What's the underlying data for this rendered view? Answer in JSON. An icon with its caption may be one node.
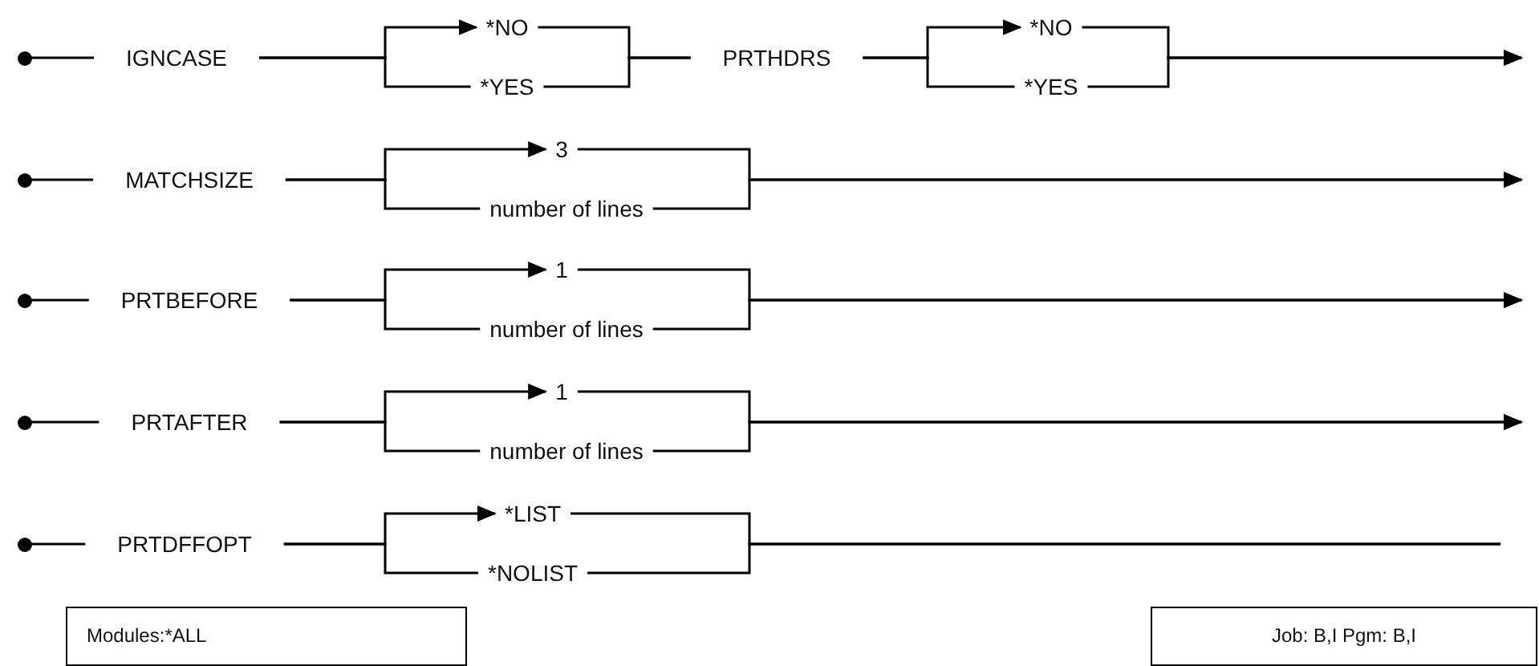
{
  "diagram": {
    "nodes": [
      {
        "text": [],
        "shape": "circle"
      },
      {
        "text": [
          "IGNCASE"
        ]
      },
      {
        "text": [
          "*NO"
        ]
      },
      {
        "text": [
          "*YES"
        ]
      },
      {
        "text": [
          "PRTHDRS"
        ]
      },
      {
        "text": [
          "*NO"
        ]
      },
      {
        "text": [
          "*YES"
        ]
      },
      {
        "text": [],
        "shape": "circle"
      },
      {
        "text": [
          "MATCHSIZE"
        ]
      },
      {
        "text": [
          "3"
        ]
      },
      {
        "text": [
          "number of lines"
        ]
      },
      {
        "text": [],
        "shape": "circle"
      },
      {
        "text": [
          "PRTBEFORE"
        ]
      },
      {
        "text": [
          "1"
        ]
      },
      {
        "text": [
          "number of lines"
        ]
      },
      {
        "text": [],
        "shape": "circle"
      },
      {
        "text": [
          "PRTAFTER"
        ]
      },
      {
        "text": [
          "1"
        ]
      },
      {
        "text": [
          "number of lines"
        ]
      },
      {
        "text": [],
        "shape": "circle"
      },
      {
        "text": [
          "PRTDFFOPT"
        ]
      },
      {
        "text": [
          "*LIST"
        ]
      },
      {
        "text": [
          "*NOLIST"
        ]
      },
      {
        "text": [
          "Modules:*ALL"
        ]
      },
      {
        "text": [
          "Job: B,I  Pgm: B,I"
        ]
      }
    ],
    "edges": [
      {
        "from": 0,
        "to": 1,
        "arrow": "none"
      },
      {
        "from": 1,
        "to": 2,
        "arrow": "to"
      },
      {
        "from": 1,
        "to": 3,
        "arrow": "none"
      },
      {
        "from": 2,
        "to": 4,
        "arrow": "none"
      },
      {
        "from": 3,
        "to": 4,
        "arrow": "none"
      },
      {
        "from": 4,
        "to": 5,
        "arrow": "to"
      },
      {
        "from": 4,
        "to": 6,
        "arrow": "none"
      },
      {
        "from": 5,
        "to": null,
        "arrow": "to"
      },
      {
        "from": 6,
        "to": null,
        "arrow": "to"
      },
      {
        "from": 7,
        "to": 8,
        "arrow": "none"
      },
      {
        "from": 8,
        "to": 9,
        "arrow": "to"
      },
      {
        "from": 8,
        "to": 10,
        "arrow": "none"
      },
      {
        "from": 9,
        "to": null,
        "arrow": "to"
      },
      {
        "from": 10,
        "to": null,
        "arrow": "to"
      },
      {
        "from": 11,
        "to": 12,
        "arrow": "none"
      },
      {
        "from": 12,
        "to": 13,
        "arrow": "to"
      },
      {
        "from": 12,
        "to": 14,
        "arrow": "none"
      },
      {
        "from": 13,
        "to": null,
        "arrow": "to"
      },
      {
        "from": 14,
        "to": null,
        "arrow": "to"
      },
      {
        "from": 15,
        "to": 16,
        "arrow": "none"
      },
      {
        "from": 16,
        "to": 17,
        "arrow": "to"
      },
      {
        "from": 16,
        "to": 18,
        "arrow": "none"
      },
      {
        "from": 17,
        "to": null,
        "arrow": "to"
      },
      {
        "from": 18,
        "to": null,
        "arrow": "to"
      },
      {
        "from": 19,
        "to": 20,
        "arrow": "none"
      },
      {
        "from": 20,
        "to": 21,
        "arrow": "to"
      },
      {
        "from": 20,
        "to": 22,
        "arrow": "none"
      },
      {
        "from": 21,
        "to": null,
        "arrow": "none"
      },
      {
        "from": 22,
        "to": null,
        "arrow": "none"
      }
    ]
  }
}
